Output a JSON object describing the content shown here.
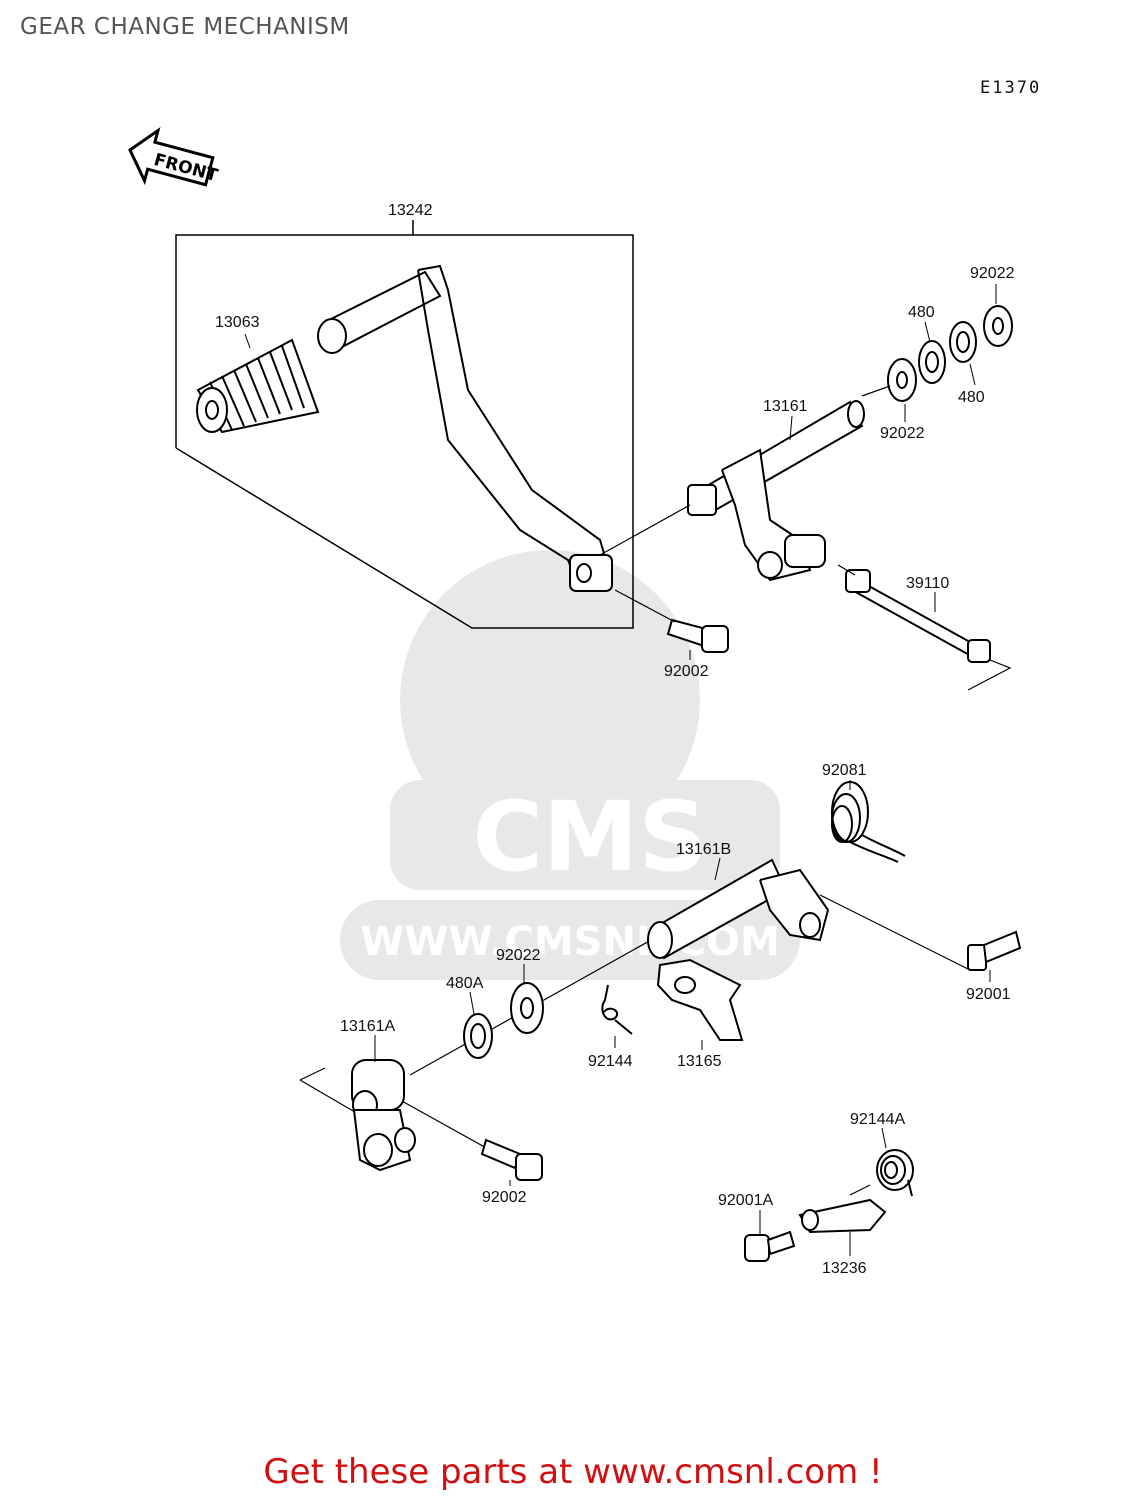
{
  "header": {
    "title": "GEAR CHANGE MECHANISM",
    "ref_code": "E1370"
  },
  "front_indicator": {
    "label": "FRONT"
  },
  "watermark": {
    "big_text": "CMS",
    "url_text": "WWW.CMSNL.COM"
  },
  "part_labels": {
    "p13242": "13242",
    "p13063": "13063",
    "p92022_top": "92022",
    "p480_upper": "480",
    "p480_lower": "480",
    "p92022_mid": "92022",
    "p13161": "13161",
    "p39110": "39110",
    "p92002_upper": "92002",
    "p92081": "92081",
    "p13161B": "13161B",
    "p92001": "92001",
    "p92022_low": "92022",
    "p480A": "480A",
    "p13161A": "13161A",
    "p92144": "92144",
    "p13165": "13165",
    "p92002_lower": "92002",
    "p92144A": "92144A",
    "p92001A": "92001A",
    "p13236": "13236"
  },
  "footer": {
    "promo_text": "Get these parts at www.cmsnl.com !",
    "promo_color": "#d01010"
  }
}
